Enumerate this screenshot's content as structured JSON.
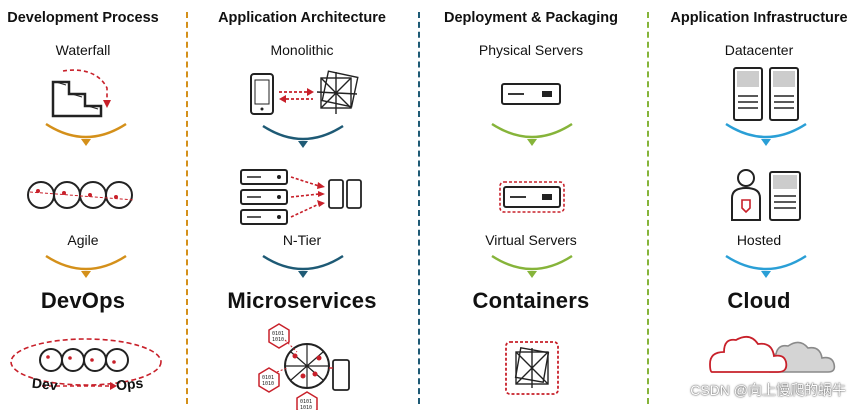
{
  "columns": [
    {
      "title": "Development Process",
      "label_top": "Waterfall",
      "label_mid": "Agile",
      "result": "DevOps",
      "loop_labels": {
        "dev": "Dev",
        "ops": "Ops"
      }
    },
    {
      "title": "Application Architecture",
      "label_top": "Monolithic",
      "label_mid": "N-Tier",
      "result": "Microservices"
    },
    {
      "title": "Deployment & Packaging",
      "label_top": "Physical Servers",
      "label_mid": "Virtual Servers",
      "result": "Containers"
    },
    {
      "title": "Application Infrastructure",
      "label_top": "Datacenter",
      "label_mid": "Hosted",
      "result": "Cloud"
    }
  ],
  "colors": {
    "development": "#d4901a",
    "architecture": "#1e5a75",
    "deployment": "#86b43a",
    "infrastructure": "#2a9fd6",
    "accent": "#c8202a",
    "ink": "#222222"
  },
  "icons": [
    "waterfall-stairs-icon",
    "agile-cycles-icon",
    "devops-loop-icon",
    "phone-icon",
    "monolith-cube-icon",
    "server-stack-icon",
    "hexagon-microservice-icon",
    "network-globe-icon",
    "server-icon",
    "virtual-server-icon",
    "container-icon",
    "datacenter-tower-icon",
    "person-icon",
    "cloud-icon"
  ],
  "watermark": "CSDN @向上慢爬的蜗牛"
}
